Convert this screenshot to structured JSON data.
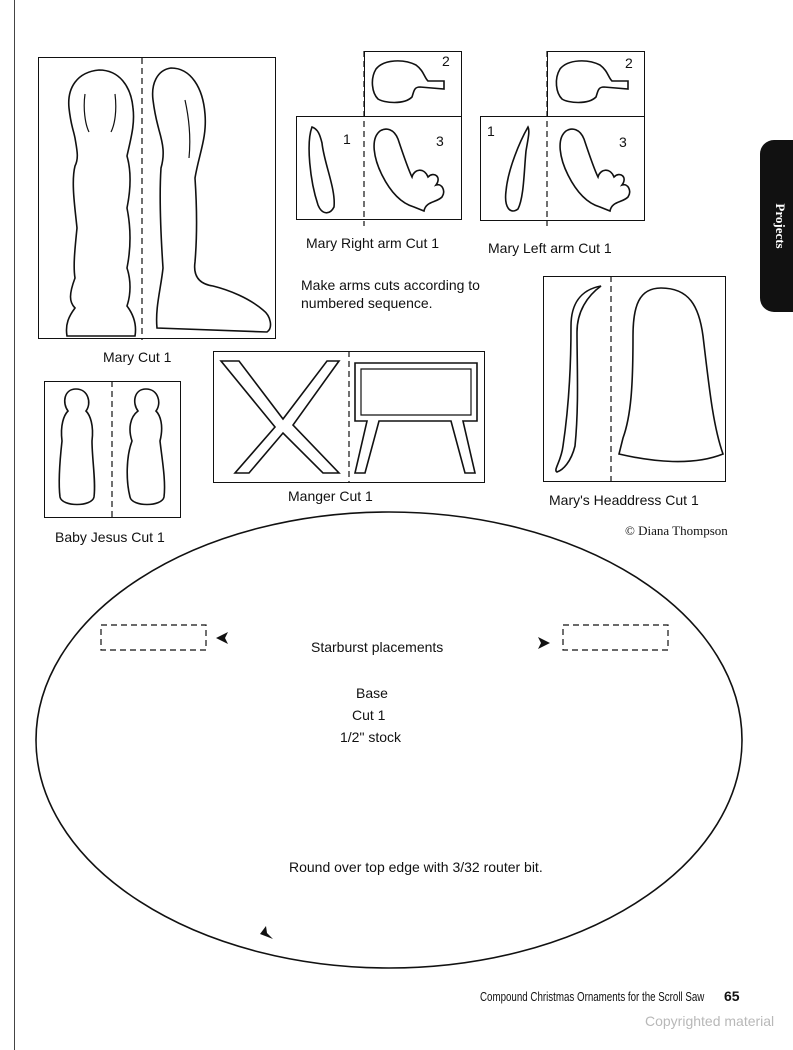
{
  "side_tab": {
    "label": "Projects"
  },
  "patterns": {
    "mary": {
      "label": "Mary   Cut 1"
    },
    "right_arm": {
      "label": "Mary Right arm   Cut 1",
      "num1": "1",
      "num2": "2",
      "num3": "3"
    },
    "left_arm": {
      "label": "Mary   Left arm   Cut 1",
      "num1": "1",
      "num2": "2",
      "num3": "3"
    },
    "arms_note": {
      "line1": "Make arms cuts according to",
      "line2": "numbered sequence."
    },
    "baby_jesus": {
      "label": "Baby Jesus   Cut 1"
    },
    "manger": {
      "label": "Manger   Cut 1"
    },
    "headdress": {
      "label": "Mary's Headdress   Cut 1"
    },
    "credit": "© Diana Thompson",
    "base": {
      "starburst": "Starburst placements",
      "title": "Base",
      "cut": "Cut 1",
      "stock": "1/2\" stock",
      "note": "Round over top edge with 3/32 router bit."
    }
  },
  "footer": {
    "book_title": "Compound Christmas Ornaments for the Scroll Saw",
    "page_number": "65",
    "watermark": "Copyrighted material"
  }
}
